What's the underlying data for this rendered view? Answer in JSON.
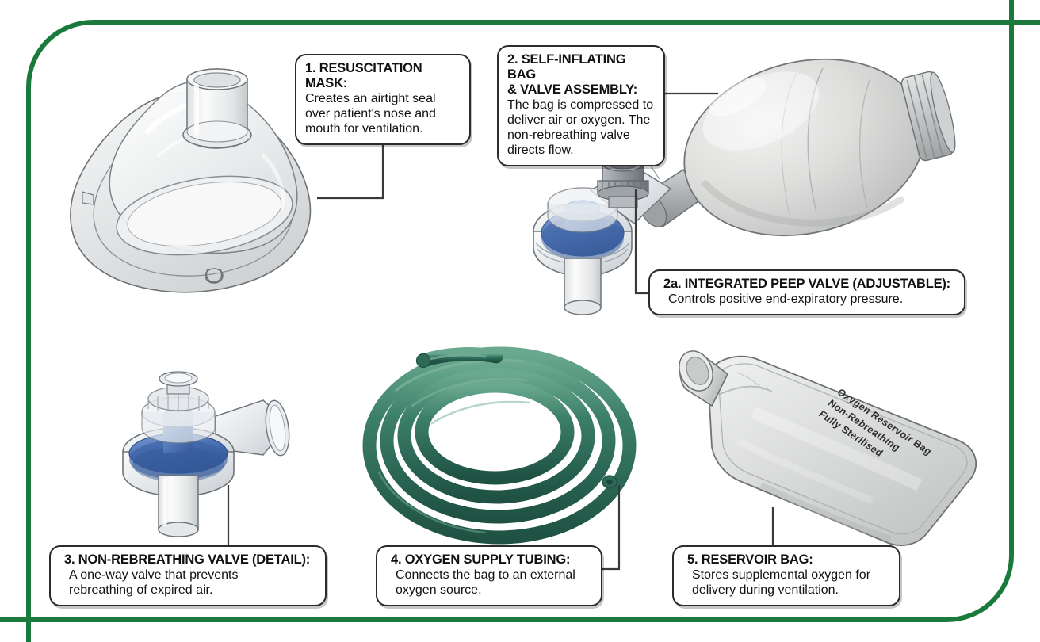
{
  "figure": {
    "subject": "Bag-valve-mask (BVM) resuscitator components",
    "frame_color": "#1a7a3c",
    "background": "#ffffff"
  },
  "callouts": [
    {
      "id": "1",
      "name": "resuscitation-mask",
      "title": "1. RESUSCITATION MASK:",
      "body": "Creates an airtight seal\nover patient's nose and\nmouth for ventilation."
    },
    {
      "id": "2",
      "name": "self-inflating-bag-and-valve-assembly",
      "title": "2. SELF-INFLATING BAG\n& VALVE ASSEMBLY:",
      "body": "The bag is compressed to\ndeliver air or oxygen. The\nnon-rebreathing valve\ndirects flow."
    },
    {
      "id": "2a",
      "name": "integrated-peep-valve",
      "title": "2a. INTEGRATED PEEP VALVE (ADJUSTABLE):",
      "body": "Controls positive end-expiratory pressure."
    },
    {
      "id": "3",
      "name": "non-rebreathing-valve-detail",
      "title": "3. NON-REBREATHING VALVE (DETAIL):",
      "body": "A one-way valve that prevents\nrebreathing of expired air."
    },
    {
      "id": "4",
      "name": "oxygen-supply-tubing",
      "title": "4. OXYGEN SUPPLY TUBING:",
      "body": "Connects the bag to an external\noxygen source."
    },
    {
      "id": "5",
      "name": "reservoir-bag",
      "title": "5. RESERVOIR BAG:",
      "body": "Stores supplemental oxygen for\ndelivery during ventilation."
    }
  ],
  "illustrations": {
    "mask": {
      "name": "resuscitation-mask-illustration",
      "material": "transparent clear plastic",
      "colors": {
        "body": "#e9eaec",
        "outline": "#6e7276",
        "highlight": "#ffffff"
      }
    },
    "bag": {
      "name": "self-inflating-bag-illustration",
      "material": "grey silicone ellipsoid with ribbed end cap",
      "colors": {
        "body": "#d5d6d4",
        "outline": "#6f7276",
        "cap": "#b9bcbd"
      }
    },
    "valve_assembly": {
      "name": "patient-valve-with-peep-illustration",
      "colors": {
        "housing": "#d9dde2",
        "diaphragm": "#4a6fb0",
        "peep_cap": "#8d9197"
      }
    },
    "valve_detail": {
      "name": "non-rebreathing-valve-detail-illustration",
      "colors": {
        "housing": "#dfe3e7",
        "diaphragm": "#4a6fb0",
        "outline": "#6c7076"
      }
    },
    "tubing": {
      "name": "oxygen-supply-tubing-illustration",
      "coils": 4,
      "colors": {
        "tube": "#3b7d68",
        "tube_dark": "#27604e",
        "tube_light": "#5fa089"
      }
    },
    "reservoir": {
      "name": "reservoir-bag-illustration",
      "print_text": "Oxygen Reservoir Bag\nNon-Rebreathing\nFully Sterilised",
      "colors": {
        "body": "#d9dada",
        "outline": "#6e7276"
      }
    }
  }
}
